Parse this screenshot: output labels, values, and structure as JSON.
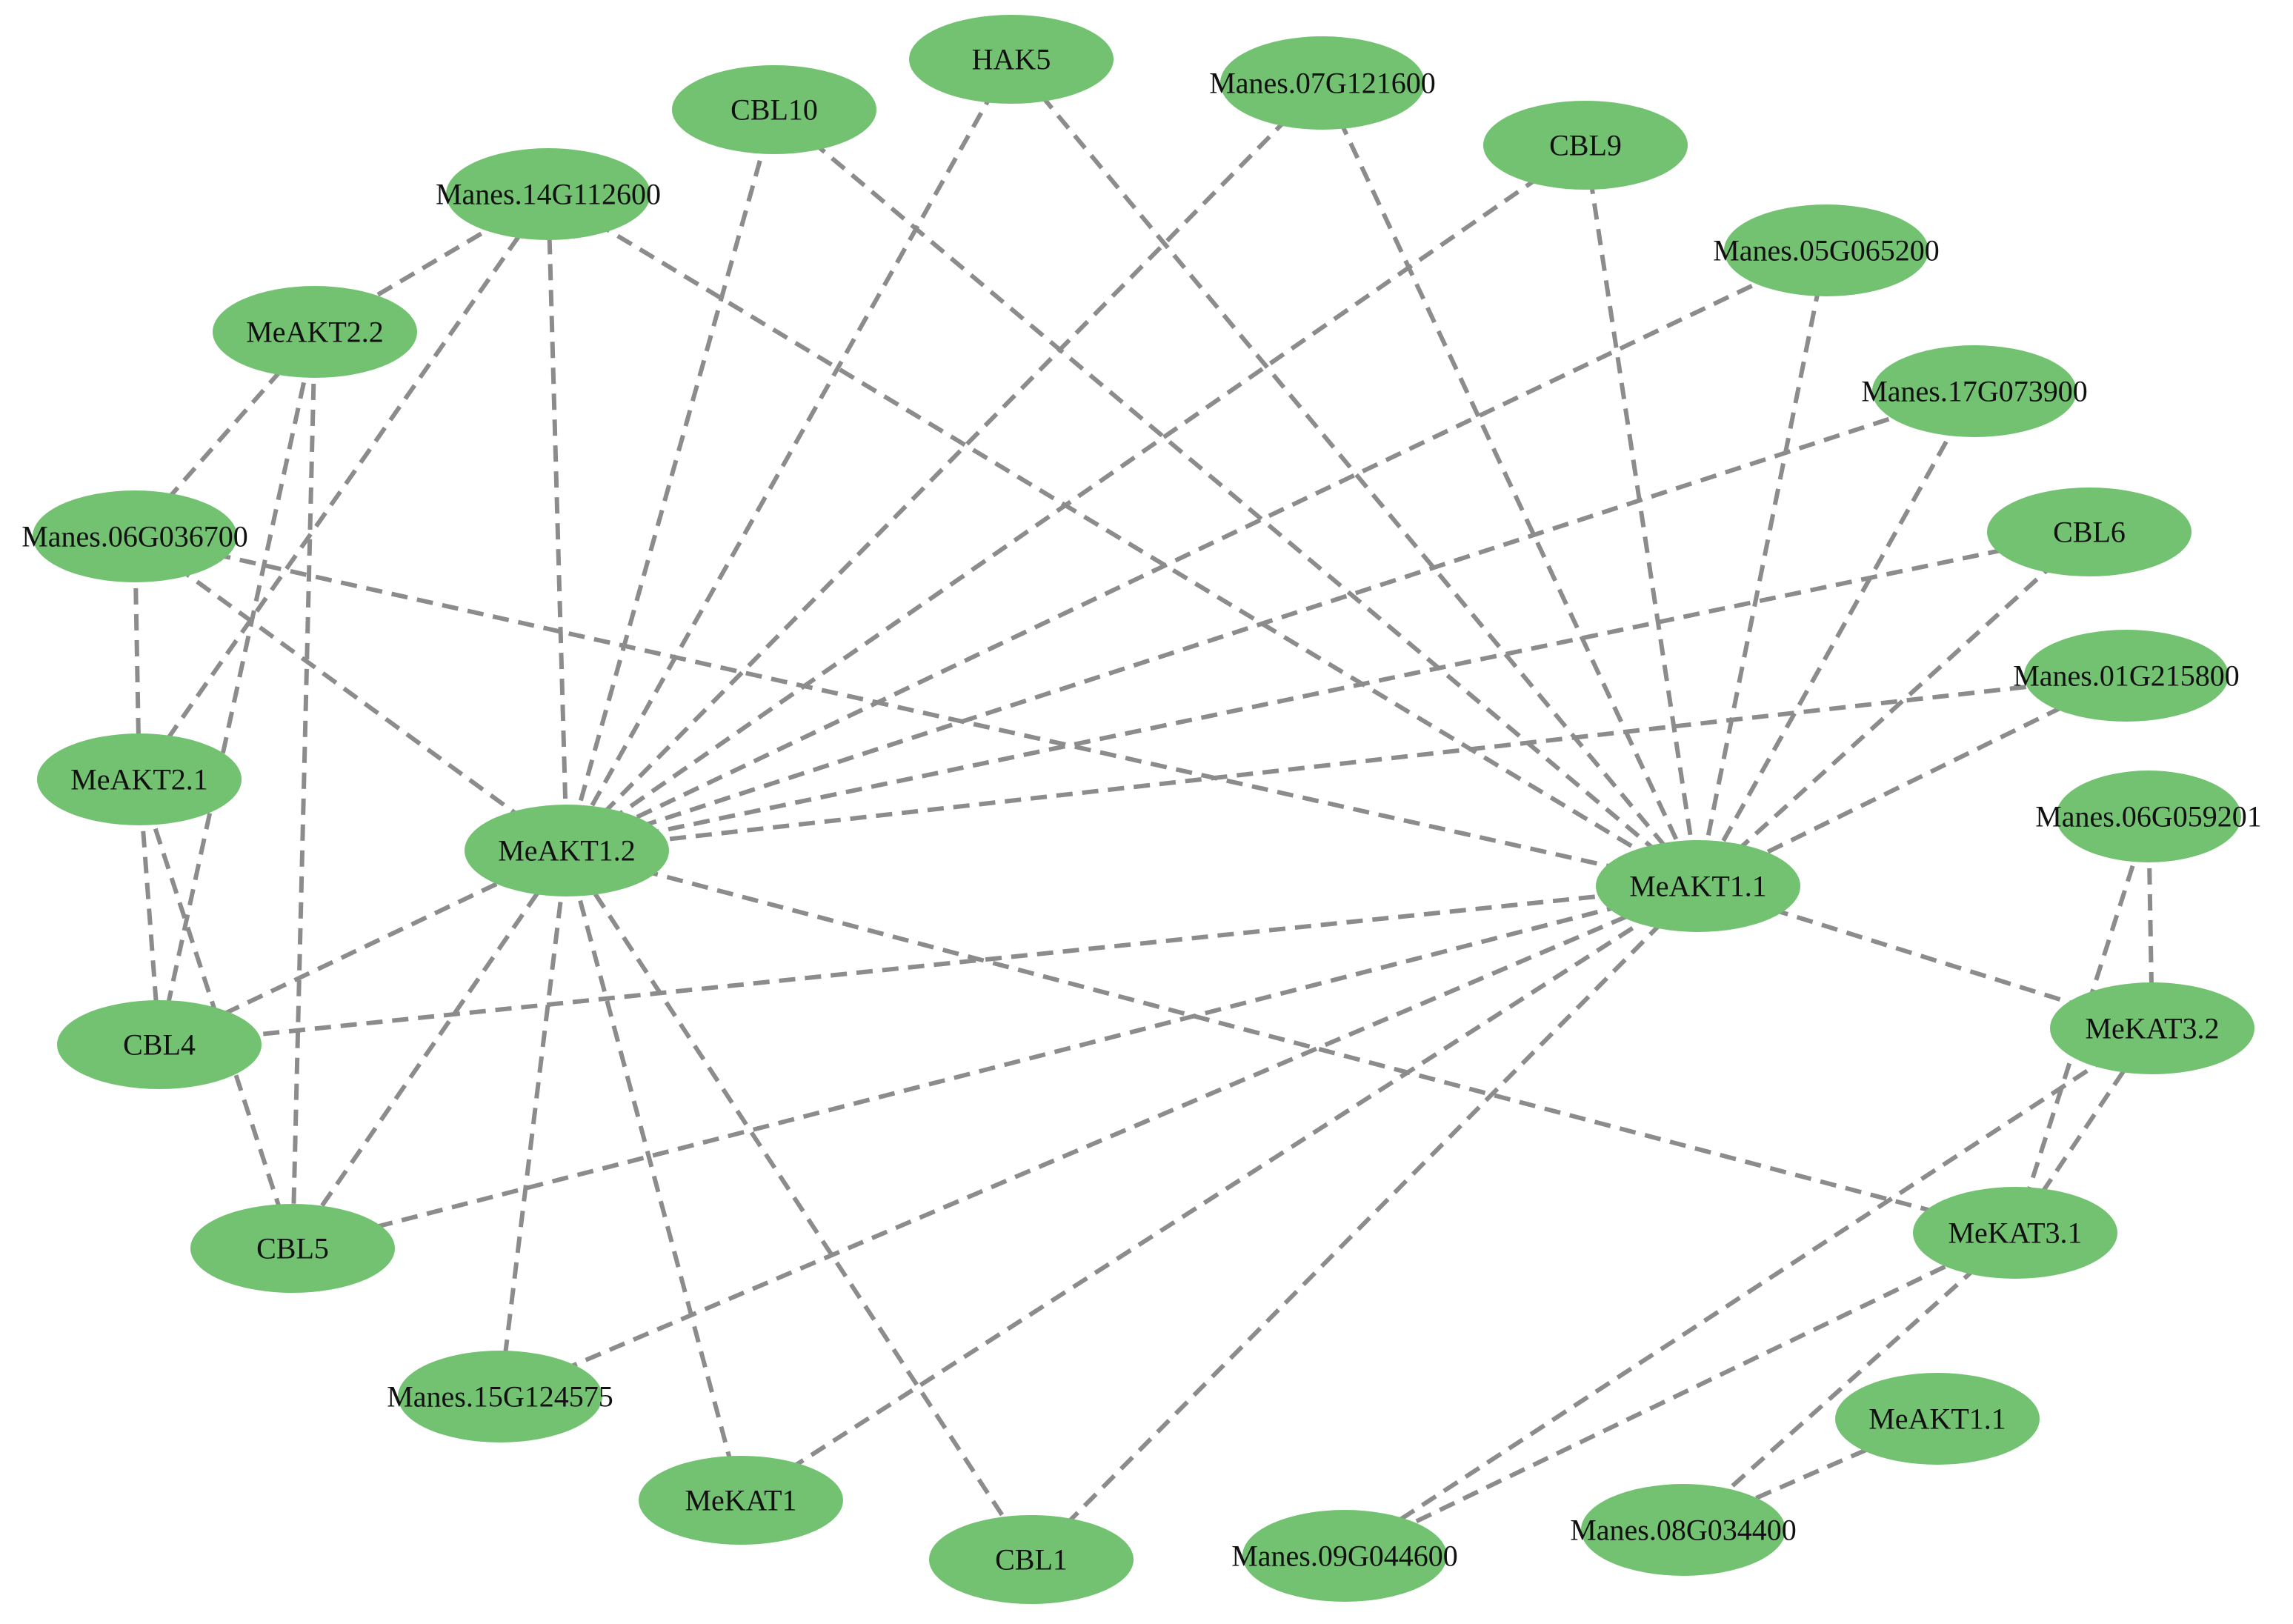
{
  "diagram": {
    "type": "network",
    "colors": {
      "node_fill": "#73c272",
      "edge_stroke": "#8c8c8c",
      "label_text": "#111111",
      "background": "#ffffff"
    },
    "nodes": [
      {
        "id": "hak5",
        "label": "HAK5"
      },
      {
        "id": "cbl10",
        "label": "CBL10"
      },
      {
        "id": "m07g121600",
        "label": "Manes.07G121600"
      },
      {
        "id": "cbl9",
        "label": "CBL9"
      },
      {
        "id": "m14g112600",
        "label": "Manes.14G112600"
      },
      {
        "id": "m05g065200",
        "label": "Manes.05G065200"
      },
      {
        "id": "meakt22",
        "label": "MeAKT2.2"
      },
      {
        "id": "m17g073900",
        "label": "Manes.17G073900"
      },
      {
        "id": "m06g036700",
        "label": "Manes.06G036700"
      },
      {
        "id": "cbl6",
        "label": "CBL6"
      },
      {
        "id": "m01g215800",
        "label": "Manes.01G215800"
      },
      {
        "id": "meakt21",
        "label": "MeAKT2.1"
      },
      {
        "id": "meakt12",
        "label": "MeAKT1.2"
      },
      {
        "id": "m06g059201",
        "label": "Manes.06G059201"
      },
      {
        "id": "meakt11",
        "label": "MeAKT1.1"
      },
      {
        "id": "mekat32",
        "label": "MeKAT3.2"
      },
      {
        "id": "cbl4",
        "label": "CBL4"
      },
      {
        "id": "mekat31",
        "label": "MeKAT3.1"
      },
      {
        "id": "cbl5",
        "label": "CBL5"
      },
      {
        "id": "m15g124575",
        "label": "Manes.15G124575"
      },
      {
        "id": "meakt11b",
        "label": "MeAKT1.1"
      },
      {
        "id": "mekat1",
        "label": "MeKAT1"
      },
      {
        "id": "m08g034400",
        "label": "Manes.08G034400"
      },
      {
        "id": "cbl1",
        "label": "CBL1"
      },
      {
        "id": "m09g044600",
        "label": "Manes.09G044600"
      }
    ],
    "edges": [
      [
        "meakt12",
        "hak5"
      ],
      [
        "meakt12",
        "m07g121600"
      ],
      [
        "meakt12",
        "cbl9"
      ],
      [
        "meakt12",
        "m05g065200"
      ],
      [
        "meakt12",
        "m17g073900"
      ],
      [
        "meakt12",
        "cbl6"
      ],
      [
        "meakt12",
        "m01g215800"
      ],
      [
        "meakt12",
        "cbl10"
      ],
      [
        "meakt12",
        "m14g112600"
      ],
      [
        "meakt12",
        "m06g036700"
      ],
      [
        "meakt12",
        "cbl4"
      ],
      [
        "meakt12",
        "cbl5"
      ],
      [
        "meakt12",
        "m15g124575"
      ],
      [
        "meakt12",
        "mekat1"
      ],
      [
        "meakt12",
        "cbl1"
      ],
      [
        "meakt12",
        "mekat31"
      ],
      [
        "meakt11",
        "hak5"
      ],
      [
        "meakt11",
        "cbl10"
      ],
      [
        "meakt11",
        "m07g121600"
      ],
      [
        "meakt11",
        "cbl9"
      ],
      [
        "meakt11",
        "m05g065200"
      ],
      [
        "meakt11",
        "m17g073900"
      ],
      [
        "meakt11",
        "cbl6"
      ],
      [
        "meakt11",
        "m01g215800"
      ],
      [
        "meakt11",
        "m14g112600"
      ],
      [
        "meakt11",
        "m06g036700"
      ],
      [
        "meakt11",
        "cbl4"
      ],
      [
        "meakt11",
        "cbl5"
      ],
      [
        "meakt11",
        "m15g124575"
      ],
      [
        "meakt11",
        "mekat1"
      ],
      [
        "meakt11",
        "cbl1"
      ],
      [
        "meakt11",
        "mekat32"
      ],
      [
        "m14g112600",
        "meakt22"
      ],
      [
        "m14g112600",
        "meakt21"
      ],
      [
        "meakt22",
        "m06g036700"
      ],
      [
        "meakt22",
        "cbl4"
      ],
      [
        "meakt22",
        "cbl5"
      ],
      [
        "m06g036700",
        "meakt21"
      ],
      [
        "meakt21",
        "cbl4"
      ],
      [
        "meakt21",
        "cbl5"
      ],
      [
        "m06g059201",
        "mekat32"
      ],
      [
        "m06g059201",
        "mekat31"
      ],
      [
        "mekat32",
        "mekat31"
      ],
      [
        "mekat32",
        "m09g044600"
      ],
      [
        "mekat31",
        "m09g044600"
      ],
      [
        "mekat31",
        "m08g034400"
      ],
      [
        "meakt11b",
        "m08g034400"
      ]
    ]
  }
}
